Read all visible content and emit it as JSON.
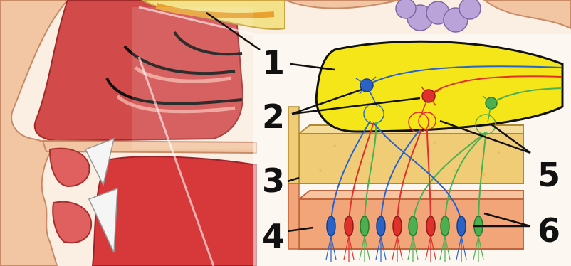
{
  "labels": {
    "n1": "1",
    "n2": "2",
    "n3": "3",
    "n4": "4",
    "n5": "5",
    "n6": "6"
  },
  "colors": {
    "bulb": "#f5e61a",
    "neuron_blue": "#2a62c6",
    "neuron_red": "#e0302a",
    "neuron_green": "#4caf50",
    "bone_layer": "#f0cc76",
    "mucosa_layer": "#f3a57a",
    "tissue_red": "#c8363a",
    "skin": "#f3c6a3",
    "brain_purple": "#b9a3d8"
  }
}
